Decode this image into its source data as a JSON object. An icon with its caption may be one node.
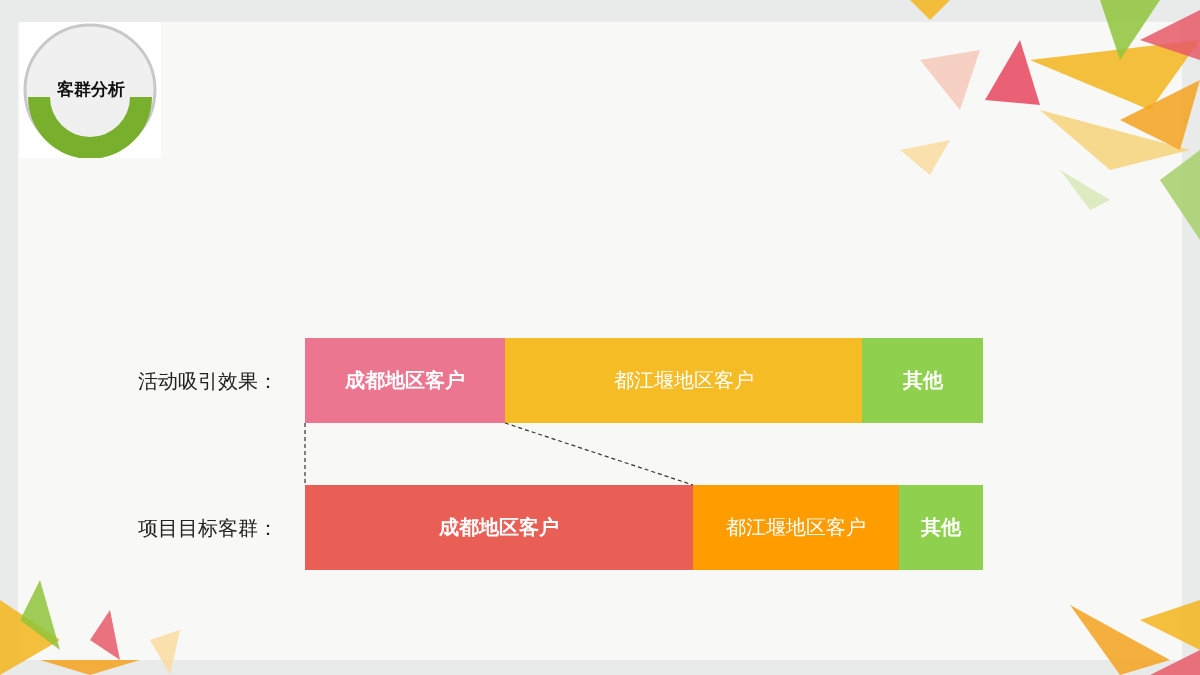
{
  "diagram": {
    "nodes": [
      {
        "text": [
          "客群分析"
        ]
      },
      {
        "text": [
          "成都地区客户"
        ]
      },
      {
        "text": [
          "都江堰地区客户"
        ]
      },
      {
        "text": [
          "其他"
        ]
      },
      {
        "text": [
          "成都地区客户"
        ]
      },
      {
        "text": [
          "都江堰地区客户"
        ]
      },
      {
        "text": [
          "其他"
        ]
      }
    ],
    "edges": [
      {
        "from": 1,
        "to": 4,
        "arrow": "none",
        "style": "dashed"
      },
      {
        "from": 1,
        "to": 4,
        "arrow": "none",
        "style": "dashed"
      }
    ],
    "labels": [
      "活动吸引效果：",
      "项目目标客群："
    ]
  }
}
